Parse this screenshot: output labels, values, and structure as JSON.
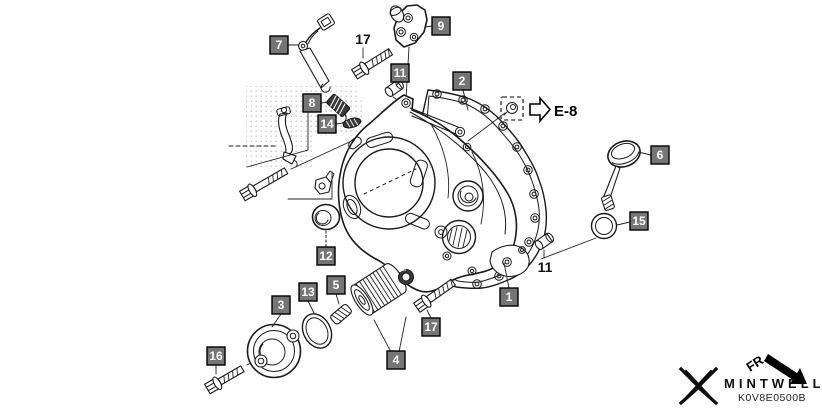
{
  "diagram": {
    "type": "exploded-parts-diagram",
    "callouts": [
      {
        "number": "1",
        "style": "boxed"
      },
      {
        "number": "2",
        "style": "boxed"
      },
      {
        "number": "3",
        "style": "boxed"
      },
      {
        "number": "4",
        "style": "boxed"
      },
      {
        "number": "5",
        "style": "boxed"
      },
      {
        "number": "6",
        "style": "boxed"
      },
      {
        "number": "7",
        "style": "boxed"
      },
      {
        "number": "8",
        "style": "boxed"
      },
      {
        "number": "9",
        "style": "boxed"
      },
      {
        "number": "11",
        "style": "boxed"
      },
      {
        "number": "11",
        "style": "plain"
      },
      {
        "number": "12",
        "style": "boxed"
      },
      {
        "number": "13",
        "style": "boxed"
      },
      {
        "number": "14",
        "style": "boxed"
      },
      {
        "number": "15",
        "style": "boxed"
      },
      {
        "number": "16",
        "style": "boxed"
      },
      {
        "number": "17",
        "style": "plain"
      },
      {
        "number": "17",
        "style": "boxed"
      }
    ],
    "annotations": {
      "section_ref": "E-8",
      "front_marker": "FR."
    },
    "watermark": {
      "brand": "MINTWELL",
      "part_code": "K0V8E0500B"
    },
    "colors": {
      "background": "#ffffff",
      "line": "#1a1a1a",
      "callout_box_fill": "#757575",
      "callout_text": "#ffffff"
    }
  }
}
